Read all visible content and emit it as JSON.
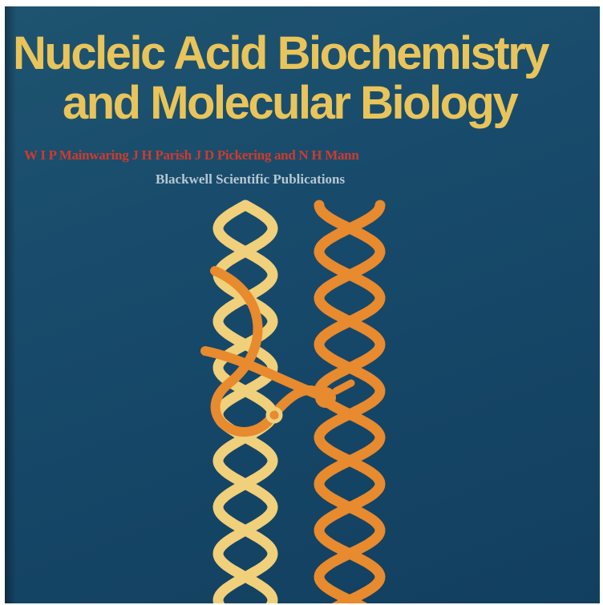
{
  "cover": {
    "title_line_1": "Nucleic Acid Biochemistry",
    "title_line_2": "and Molecular Biology",
    "authors": "W I P Mainwaring  J H Parish  J D Pickering and N H Mann",
    "publisher": "Blackwell Scientific Publications"
  },
  "colors": {
    "background": "#17496a",
    "title": "#e9c45a",
    "authors": "#d23a2c",
    "publisher": "#b8c8d2",
    "helix_pale": "#f0d07a",
    "helix_orange": "#e88a2e"
  },
  "artwork": {
    "icon": "dna-double-helix-icon"
  }
}
